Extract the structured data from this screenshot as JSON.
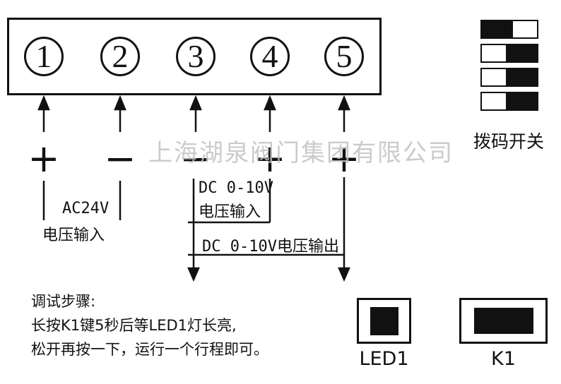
{
  "watermark": "上海湖泉阀门集团有限公司",
  "terminal_block": {
    "numbers": [
      "1",
      "2",
      "3",
      "4",
      "5"
    ],
    "polarity": [
      "+",
      "−",
      "−",
      "+",
      "+"
    ]
  },
  "wiring_labels": {
    "ac_voltage_line1": "AC24V",
    "ac_voltage_line2": "电压输入",
    "dc_input_line1": "DC 0-10V",
    "dc_input_line2": "电压输入",
    "dc_output": "DC 0-10V电压输出"
  },
  "dip_switch_panel": {
    "label": "拨码开关",
    "switches": [
      {
        "knob": "left"
      },
      {
        "knob": "right"
      },
      {
        "knob": "right"
      },
      {
        "knob": "right"
      }
    ]
  },
  "indicators": {
    "led_label": "LED1",
    "button_label": "K1"
  },
  "instructions": {
    "title": "调试步骤:",
    "line1": "长按K1键5秒后等LED1灯长亮,",
    "line2": "松开再按一下，运行一个行程即可。"
  }
}
